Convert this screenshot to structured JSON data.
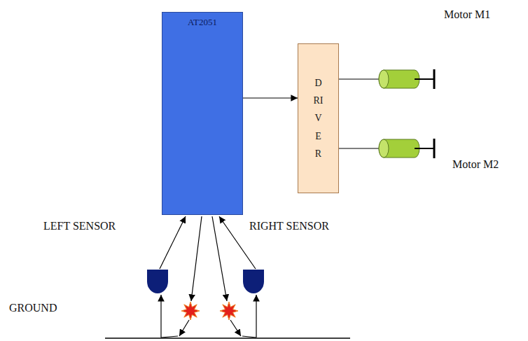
{
  "diagram": {
    "nodes": [
      {
        "text": [
          "AT2051"
        ]
      },
      {
        "text": [
          "DRIVER"
        ]
      }
    ],
    "edges": [
      {
        "from": 0,
        "to": 1,
        "arrow": "to"
      }
    ],
    "labels": [
      "Motor M1",
      "Motor M2",
      "LEFT SENSOR",
      "RIGHT SENSOR",
      "GROUND"
    ]
  }
}
